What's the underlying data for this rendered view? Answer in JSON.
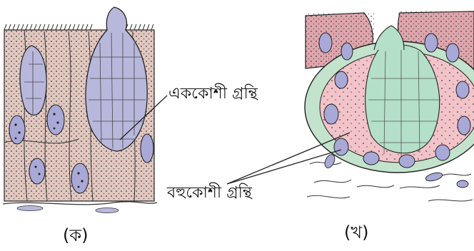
{
  "labels": {
    "unicellular_gland": "এককোশী গ্রন্থি",
    "multicellular_gland": "বহুকোশী গ্রন্থি"
  },
  "captions": {
    "left": "(ক)",
    "right": "(খ)"
  },
  "colors": {
    "columnar_cell_fill": "#e2c8c0",
    "goblet_cell_fill": "#b8b8dc",
    "gland_outer_fill": "#c3e3cc",
    "gland_lumen_fill": "#b4dfc8",
    "gland_pink_cells": "#f2c3c8",
    "surface_epithelium": "#dfa6ad",
    "nucleus_fill": "#a9a9d8",
    "line": "#222222"
  }
}
